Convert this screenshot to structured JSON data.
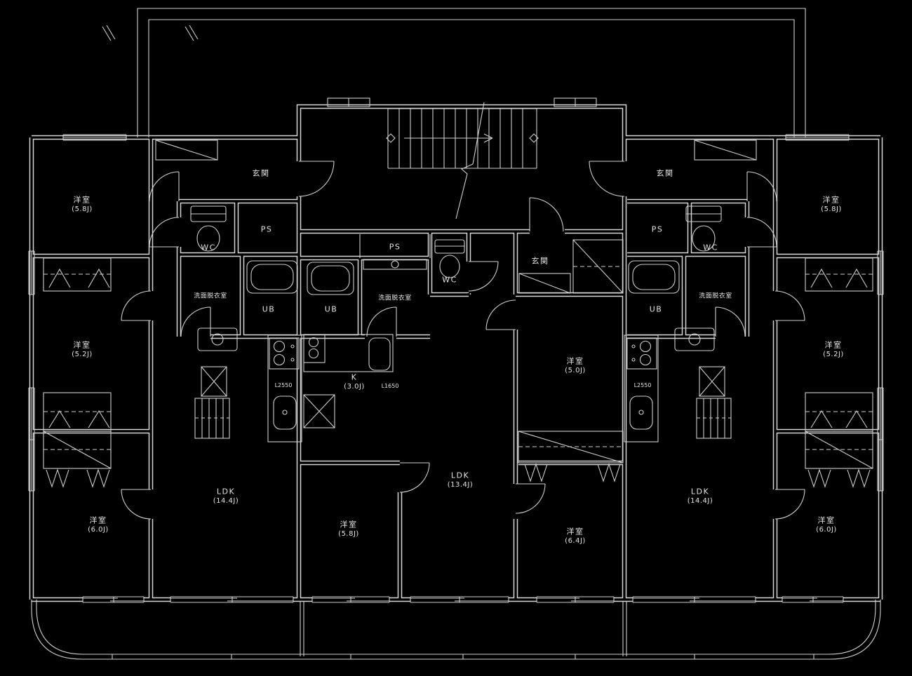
{
  "colors": {
    "background": "#000000",
    "line": "#d6d6d6",
    "text": "#e3e3e3"
  },
  "units": {
    "left": {
      "entrance_label": "玄関",
      "wc_label": "WC",
      "ps_label": "PS",
      "ub_label": "UB",
      "washroom_label": "洗面脱衣室",
      "kitchen_counter_label": "L2550",
      "ldk": {
        "name": "LDK",
        "area": "(14.4J)"
      },
      "rooms": [
        {
          "name": "洋室",
          "area": "(5.8J)"
        },
        {
          "name": "洋室",
          "area": "(5.2J)"
        },
        {
          "name": "洋室",
          "area": "(6.0J)"
        }
      ]
    },
    "center": {
      "entrance_label": "玄関",
      "wc_label": "WC",
      "ps_label": "PS",
      "ub_label": "UB",
      "washroom_label": "洗面脱衣室",
      "kitchen": {
        "name": "K",
        "area": "(3.0J)"
      },
      "kitchen_counter_label": "L1650",
      "ldk": {
        "name": "LDK",
        "area": "(13.4J)"
      },
      "rooms": [
        {
          "name": "洋室",
          "area": "(5.8J)"
        },
        {
          "name": "洋室",
          "area": "(5.0J)"
        },
        {
          "name": "洋室",
          "area": "(6.4J)"
        }
      ]
    },
    "right": {
      "entrance_label": "玄関",
      "wc_label": "WC",
      "ps_label": "PS",
      "ub_label": "UB",
      "washroom_label": "洗面脱衣室",
      "kitchen_counter_label": "L2550",
      "ldk": {
        "name": "LDK",
        "area": "(14.4J)"
      },
      "rooms": [
        {
          "name": "洋室",
          "area": "(5.8J)"
        },
        {
          "name": "洋室",
          "area": "(5.2J)"
        },
        {
          "name": "洋室",
          "area": "(6.0J)"
        }
      ]
    }
  }
}
